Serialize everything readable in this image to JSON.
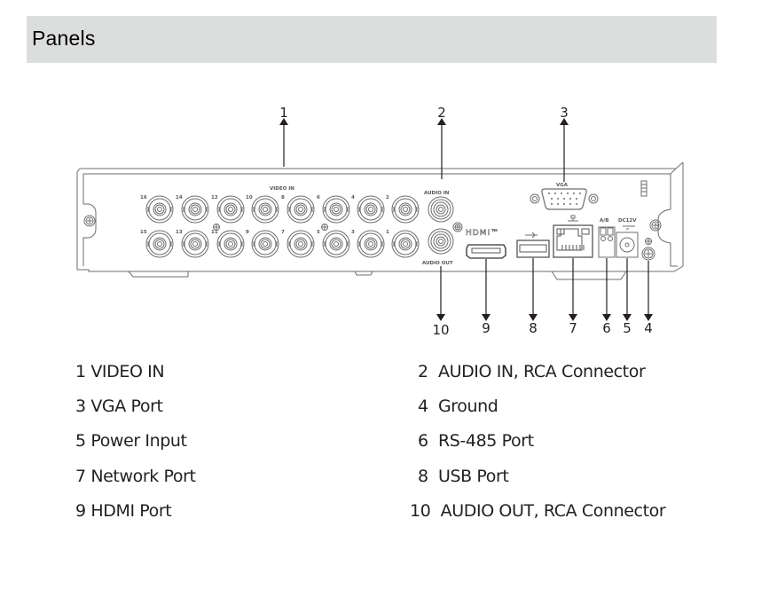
{
  "section": {
    "title": "Panels"
  },
  "diagram": {
    "device": "rear-panel",
    "panel_labels": {
      "video_in": "VIDEO IN",
      "audio_in": "AUDIO IN",
      "audio_out": "AUDIO OUT",
      "vga": "VGA",
      "hdmi": "HDMI™",
      "rs485": "A/B",
      "power": "DC12V"
    },
    "bnc_top_row": [
      "16",
      "14",
      "12",
      "10",
      "8",
      "6",
      "4",
      "2"
    ],
    "bnc_bottom_row": [
      "15",
      "13",
      "11",
      "9",
      "7",
      "5",
      "3",
      "1"
    ],
    "callouts_top": [
      "1",
      "2",
      "3"
    ],
    "callouts_bottom": [
      "10",
      "9",
      "8",
      "7",
      "6",
      "5",
      "4"
    ]
  },
  "legend": {
    "items": [
      {
        "num": "1",
        "label": "VIDEO IN"
      },
      {
        "num": "2",
        "label": "AUDIO IN, RCA Connector"
      },
      {
        "num": "3",
        "label": "VGA Port"
      },
      {
        "num": "4",
        "label": "Ground"
      },
      {
        "num": "5",
        "label": "Power Input"
      },
      {
        "num": "6",
        "label": "RS-485 Port"
      },
      {
        "num": "7",
        "label": "Network Port"
      },
      {
        "num": "8",
        "label": "USB Port"
      },
      {
        "num": "9",
        "label": "HDMI Port"
      },
      {
        "num": "10",
        "label": "AUDIO OUT, RCA Connector"
      }
    ],
    "lines": {
      "l1": "1 VIDEO IN",
      "l2": "2  AUDIO IN, RCA Connector",
      "l3": "3 VGA Port",
      "l4": "4  Ground",
      "l5": "5 Power Input",
      "l6": "6  RS-485 Port",
      "l7": "7 Network Port",
      "l8": "8  USB Port",
      "l9": "9 HDMI Port",
      "l10": "10  AUDIO OUT, RCA Connector"
    }
  }
}
